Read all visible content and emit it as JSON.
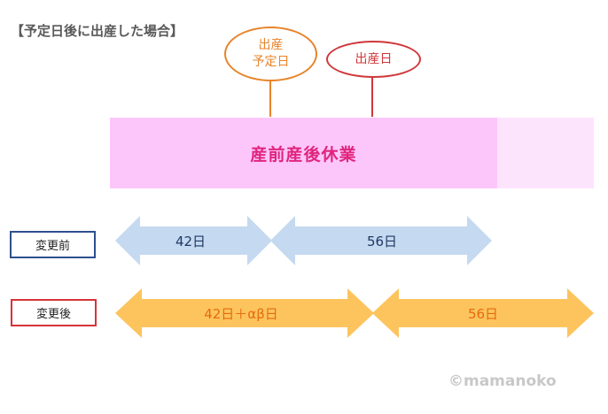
{
  "title": "【予定日後に出産した場合】",
  "markers": {
    "due_date": {
      "line1": "出産",
      "line2": "予定日",
      "color": "#e8842a"
    },
    "birth_date": {
      "label": "出産日",
      "color": "#d0373a"
    }
  },
  "leave_bar": {
    "label": "産前産後休業",
    "color": "#fdc6fb",
    "extension_color": "#fde4fd",
    "label_color": "#e0257d"
  },
  "rows": {
    "before": {
      "label": "変更前",
      "border_color": "#2e4f8e",
      "arrow_color": "#c5d9f0",
      "text_color": "#1f3864",
      "segments": [
        {
          "label": "42日"
        },
        {
          "label": "56日"
        }
      ]
    },
    "after": {
      "label": "変更後",
      "border_color": "#d63338",
      "arrow_color": "#fdc45e",
      "text_color": "#e46c0a",
      "segments": [
        {
          "label": "42日＋αβ日"
        },
        {
          "label": "56日"
        }
      ]
    }
  },
  "watermark": "©mamanoko"
}
